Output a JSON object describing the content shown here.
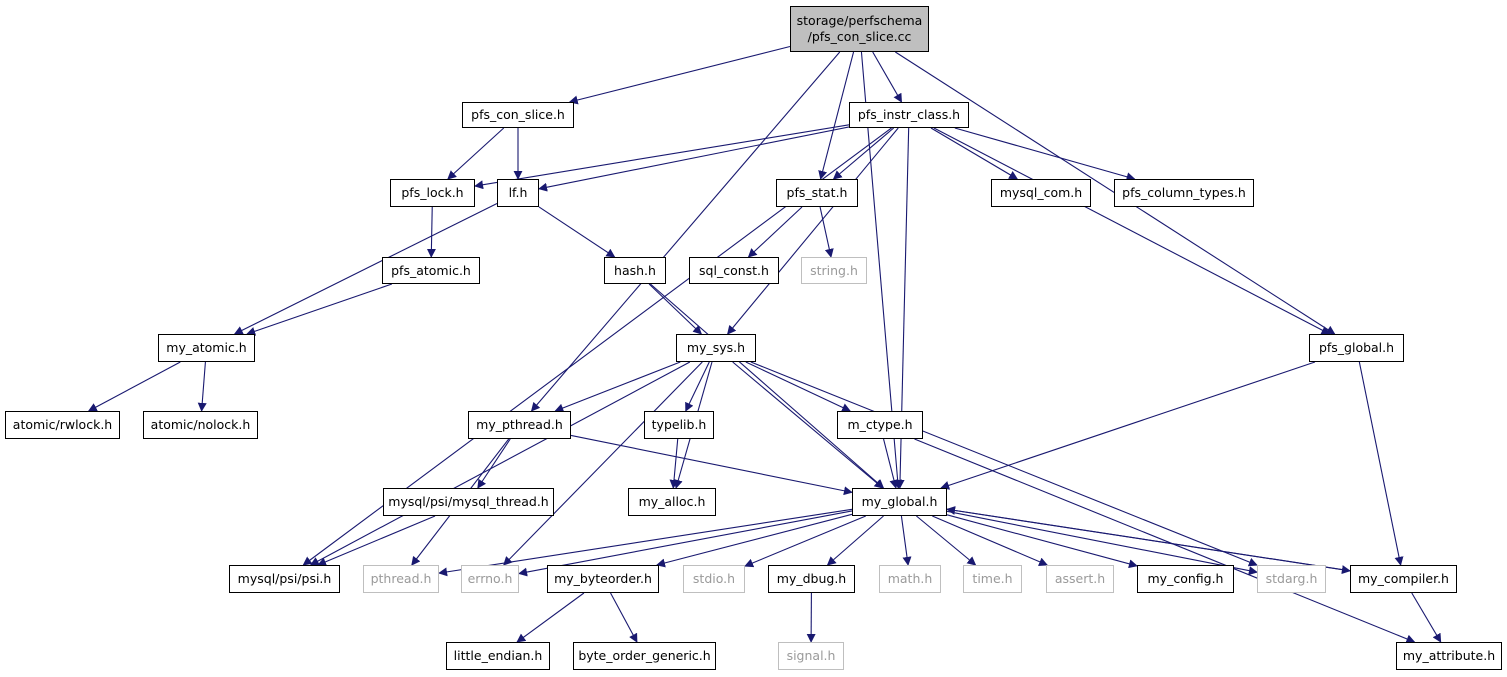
{
  "graph": {
    "colors": {
      "edge": "#191970",
      "root_fill": "#bfbfbf",
      "node_border": "#000000",
      "ext_border": "#bfbfbf",
      "ext_text": "#9a9a9a"
    },
    "nodes": {
      "root": {
        "label": "storage/perfschema\n/pfs_con_slice.cc",
        "kind": "root"
      },
      "pfs_con_slice_h": {
        "label": "pfs_con_slice.h",
        "kind": "normal"
      },
      "pfs_instr_class_h": {
        "label": "pfs_instr_class.h",
        "kind": "normal"
      },
      "pfs_lock_h": {
        "label": "pfs_lock.h",
        "kind": "normal"
      },
      "lf_h": {
        "label": "lf.h",
        "kind": "normal"
      },
      "pfs_stat_h": {
        "label": "pfs_stat.h",
        "kind": "normal"
      },
      "mysql_com_h": {
        "label": "mysql_com.h",
        "kind": "normal"
      },
      "pfs_column_types_h": {
        "label": "pfs_column_types.h",
        "kind": "normal"
      },
      "pfs_atomic_h": {
        "label": "pfs_atomic.h",
        "kind": "normal"
      },
      "hash_h": {
        "label": "hash.h",
        "kind": "normal"
      },
      "sql_const_h": {
        "label": "sql_const.h",
        "kind": "normal"
      },
      "string_h": {
        "label": "string.h",
        "kind": "external"
      },
      "my_atomic_h": {
        "label": "my_atomic.h",
        "kind": "normal"
      },
      "my_sys_h": {
        "label": "my_sys.h",
        "kind": "normal"
      },
      "pfs_global_h": {
        "label": "pfs_global.h",
        "kind": "normal"
      },
      "atomic_rwlock_h": {
        "label": "atomic/rwlock.h",
        "kind": "normal"
      },
      "atomic_nolock_h": {
        "label": "atomic/nolock.h",
        "kind": "normal"
      },
      "my_pthread_h": {
        "label": "my_pthread.h",
        "kind": "normal"
      },
      "typelib_h": {
        "label": "typelib.h",
        "kind": "normal"
      },
      "m_ctype_h": {
        "label": "m_ctype.h",
        "kind": "normal"
      },
      "mysql_thread_h": {
        "label": "mysql/psi/mysql_thread.h",
        "kind": "normal"
      },
      "my_alloc_h": {
        "label": "my_alloc.h",
        "kind": "normal"
      },
      "my_global_h": {
        "label": "my_global.h",
        "kind": "normal"
      },
      "psi_h": {
        "label": "mysql/psi/psi.h",
        "kind": "normal"
      },
      "pthread_h": {
        "label": "pthread.h",
        "kind": "external"
      },
      "errno_h": {
        "label": "errno.h",
        "kind": "external"
      },
      "my_byteorder_h": {
        "label": "my_byteorder.h",
        "kind": "normal"
      },
      "stdio_h": {
        "label": "stdio.h",
        "kind": "external"
      },
      "my_dbug_h": {
        "label": "my_dbug.h",
        "kind": "normal"
      },
      "math_h": {
        "label": "math.h",
        "kind": "external"
      },
      "time_h": {
        "label": "time.h",
        "kind": "external"
      },
      "assert_h": {
        "label": "assert.h",
        "kind": "external"
      },
      "my_config_h": {
        "label": "my_config.h",
        "kind": "normal"
      },
      "stdarg_h": {
        "label": "stdarg.h",
        "kind": "external"
      },
      "my_compiler_h": {
        "label": "my_compiler.h",
        "kind": "normal"
      },
      "little_endian_h": {
        "label": "little_endian.h",
        "kind": "normal"
      },
      "byte_order_generic_h": {
        "label": "byte_order_generic.h",
        "kind": "normal"
      },
      "signal_h": {
        "label": "signal.h",
        "kind": "external"
      },
      "my_attribute_h": {
        "label": "my_attribute.h",
        "kind": "normal"
      }
    },
    "edges": [
      [
        "root",
        "pfs_con_slice_h"
      ],
      [
        "root",
        "pfs_instr_class_h"
      ],
      [
        "root",
        "pfs_stat_h"
      ],
      [
        "root",
        "my_pthread_h"
      ],
      [
        "root",
        "my_global_h"
      ],
      [
        "root",
        "pfs_global_h"
      ],
      [
        "pfs_con_slice_h",
        "pfs_lock_h"
      ],
      [
        "pfs_con_slice_h",
        "lf_h"
      ],
      [
        "pfs_instr_class_h",
        "pfs_lock_h"
      ],
      [
        "pfs_instr_class_h",
        "lf_h"
      ],
      [
        "pfs_instr_class_h",
        "pfs_stat_h"
      ],
      [
        "pfs_instr_class_h",
        "mysql_com_h"
      ],
      [
        "pfs_instr_class_h",
        "pfs_column_types_h"
      ],
      [
        "pfs_instr_class_h",
        "pfs_global_h"
      ],
      [
        "pfs_instr_class_h",
        "my_sys_h"
      ],
      [
        "pfs_instr_class_h",
        "my_global_h"
      ],
      [
        "pfs_instr_class_h",
        "psi_h"
      ],
      [
        "pfs_lock_h",
        "pfs_atomic_h"
      ],
      [
        "lf_h",
        "hash_h"
      ],
      [
        "lf_h",
        "my_atomic_h"
      ],
      [
        "pfs_stat_h",
        "sql_const_h"
      ],
      [
        "pfs_stat_h",
        "string_h"
      ],
      [
        "pfs_atomic_h",
        "my_atomic_h"
      ],
      [
        "hash_h",
        "my_sys_h"
      ],
      [
        "hash_h",
        "my_global_h"
      ],
      [
        "my_atomic_h",
        "atomic_rwlock_h"
      ],
      [
        "my_atomic_h",
        "atomic_nolock_h"
      ],
      [
        "my_sys_h",
        "my_pthread_h"
      ],
      [
        "my_sys_h",
        "typelib_h"
      ],
      [
        "my_sys_h",
        "m_ctype_h"
      ],
      [
        "my_sys_h",
        "my_alloc_h"
      ],
      [
        "my_sys_h",
        "my_global_h"
      ],
      [
        "my_sys_h",
        "psi_h"
      ],
      [
        "my_sys_h",
        "errno_h"
      ],
      [
        "my_sys_h",
        "stdarg_h"
      ],
      [
        "pfs_global_h",
        "my_global_h"
      ],
      [
        "pfs_global_h",
        "my_compiler_h"
      ],
      [
        "my_pthread_h",
        "mysql_thread_h"
      ],
      [
        "my_pthread_h",
        "my_global_h"
      ],
      [
        "my_pthread_h",
        "pthread_h"
      ],
      [
        "typelib_h",
        "my_alloc_h"
      ],
      [
        "m_ctype_h",
        "my_global_h"
      ],
      [
        "m_ctype_h",
        "my_attribute_h"
      ],
      [
        "mysql_thread_h",
        "psi_h"
      ],
      [
        "my_global_h",
        "pthread_h"
      ],
      [
        "my_global_h",
        "errno_h"
      ],
      [
        "my_global_h",
        "my_byteorder_h"
      ],
      [
        "my_global_h",
        "stdio_h"
      ],
      [
        "my_global_h",
        "my_dbug_h"
      ],
      [
        "my_global_h",
        "math_h"
      ],
      [
        "my_global_h",
        "time_h"
      ],
      [
        "my_global_h",
        "assert_h"
      ],
      [
        "my_global_h",
        "my_config_h"
      ],
      [
        "my_global_h",
        "stdarg_h"
      ],
      [
        "my_global_h",
        "my_compiler_h"
      ],
      [
        "my_compiler_h",
        "my_global_h"
      ],
      [
        "my_compiler_h",
        "my_attribute_h"
      ],
      [
        "my_byteorder_h",
        "little_endian_h"
      ],
      [
        "my_byteorder_h",
        "byte_order_generic_h"
      ],
      [
        "my_dbug_h",
        "signal_h"
      ]
    ]
  }
}
